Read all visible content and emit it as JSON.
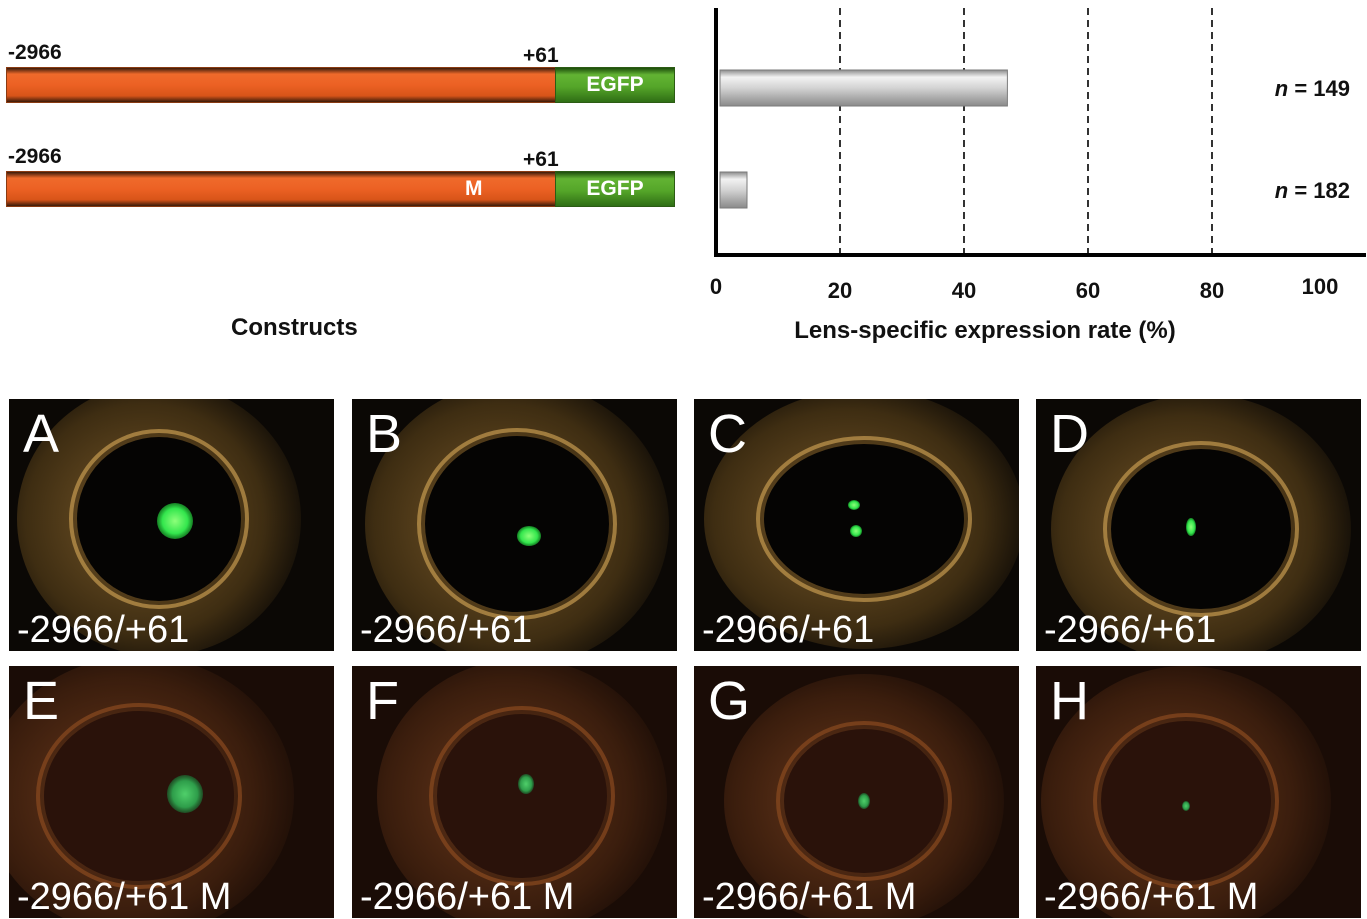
{
  "constructs": {
    "items": [
      {
        "start": "-2966",
        "end": "+61",
        "mutation": "",
        "reporter": "EGFP"
      },
      {
        "start": "-2966",
        "end": "+61",
        "mutation": "M",
        "reporter": "EGFP"
      }
    ],
    "caption": "Constructs"
  },
  "chart_data": {
    "type": "bar",
    "orientation": "horizontal",
    "categories": [
      "-2966/+61",
      "-2966/+61 M"
    ],
    "values": [
      47,
      5
    ],
    "annotations": [
      "n = 149",
      "n = 182"
    ],
    "xlabel": "Lens-specific expression rate (%)",
    "ylabel": "",
    "xlim": [
      0,
      100
    ],
    "xticks": [
      0,
      20,
      40,
      60,
      80,
      100
    ],
    "grid": "dashed vertical lines at 20, 40, 60, 80",
    "bar_color": "#bdbdbd"
  },
  "panels": [
    {
      "letter": "A",
      "label": "-2966/+61"
    },
    {
      "letter": "B",
      "label": "-2966/+61"
    },
    {
      "letter": "C",
      "label": "-2966/+61"
    },
    {
      "letter": "D",
      "label": "-2966/+61"
    },
    {
      "letter": "E",
      "label": "-2966/+61 M"
    },
    {
      "letter": "F",
      "label": "-2966/+61 M"
    },
    {
      "letter": "G",
      "label": "-2966/+61 M"
    },
    {
      "letter": "H",
      "label": "-2966/+61 M"
    }
  ],
  "colors": {
    "promoter": "#ec6124",
    "egfp": "#55a629",
    "fluorescence": "#33e64d"
  }
}
